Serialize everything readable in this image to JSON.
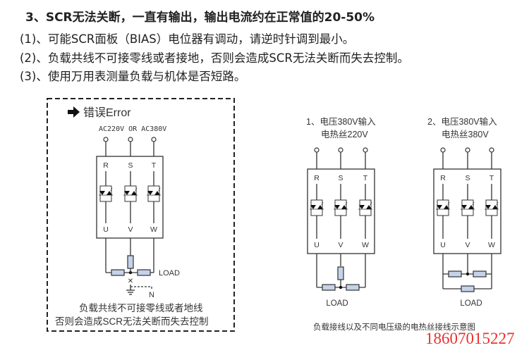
{
  "heading": "3、SCR无法关断，一直有输出，输出电流约在正常值的20-50%",
  "lines": [
    "(1)、可能SCR面板（BIAS）电位器有调动，请逆时针调到最小。",
    "(2)、负载共线不可接零线或者接地，否则会造成SCR无法关断而失去控制。",
    "(3)、使用万用表测量负载与机体是否短路。"
  ],
  "error_diagram": {
    "title": "错误Error",
    "supply": "AC220V OR AC380V",
    "inputs": [
      "R",
      "S",
      "T"
    ],
    "outputs": [
      "U",
      "V",
      "W"
    ],
    "load": "LOAD",
    "neutral": "N",
    "caption": [
      "负载共线不可接零线或者地线",
      "否则会造成SCR无法关断而失去控制"
    ]
  },
  "diagram1": {
    "title": [
      "1、电压380V输入",
      "电热丝220V"
    ],
    "inputs": [
      "R",
      "S",
      "T"
    ],
    "outputs": [
      "U",
      "V",
      "W"
    ],
    "load": "LOAD"
  },
  "diagram2": {
    "title": [
      "2、电压380V输入",
      "电热丝380V"
    ],
    "inputs": [
      "R",
      "S",
      "T"
    ],
    "outputs": [
      "U",
      "V",
      "W"
    ],
    "load": "LOAD"
  },
  "right_caption": "负载接线以及不同电压级的电热丝接线示意图",
  "phone": "18607015227",
  "colors": {
    "resistor": "#c5d3e8",
    "phone": "#e8322f"
  }
}
